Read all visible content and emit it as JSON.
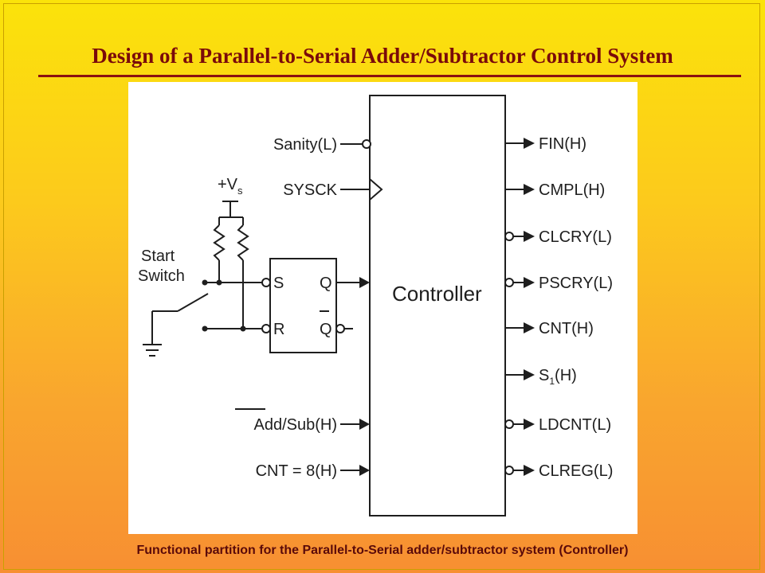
{
  "slide": {
    "title": "Design of a Parallel-to-Serial Adder/Subtractor Control System",
    "caption": "Functional partition for the Parallel-to-Serial adder/subtractor system (Controller)"
  },
  "diagram": {
    "controller_label": "Controller",
    "supply_label": "+V",
    "supply_subscript": "s",
    "start_switch_label": [
      "Start",
      "Switch"
    ],
    "flipflop": {
      "s": "S",
      "r": "R",
      "q": "Q",
      "q_bar": "Q"
    },
    "inputs": [
      {
        "label": "Sanity(L)",
        "kind": "bubble"
      },
      {
        "label": "SYSCK",
        "kind": "clock"
      },
      {
        "label": "Add/Sub(H)",
        "kind": "arrow"
      },
      {
        "label": "CNT = 8(H)",
        "kind": "arrow"
      }
    ],
    "outputs": [
      {
        "label": "FIN(H)",
        "kind": "arrow"
      },
      {
        "label": "CMPL(H)",
        "kind": "arrow"
      },
      {
        "label": "CLCRY(L)",
        "kind": "bubble"
      },
      {
        "label": "PSCRY(L)",
        "kind": "bubble"
      },
      {
        "label": "CNT(H)",
        "kind": "arrow"
      },
      {
        "label": "S",
        "subscript": "1",
        "suffix": "(H)",
        "kind": "arrow"
      },
      {
        "label": "LDCNT(L)",
        "kind": "bubble"
      },
      {
        "label": "CLREG(L)",
        "kind": "bubble"
      }
    ]
  }
}
